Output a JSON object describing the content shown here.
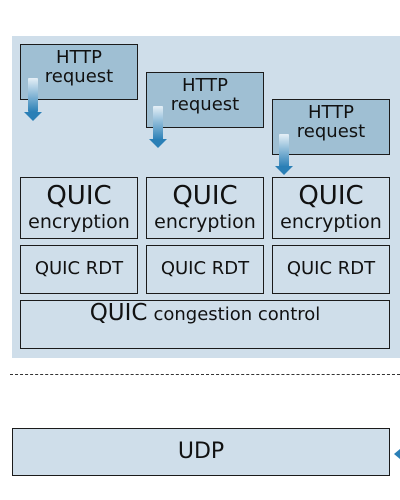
{
  "http_requests": [
    {
      "line1": "HTTP",
      "line2": "request"
    },
    {
      "line1": "HTTP",
      "line2": "request"
    },
    {
      "line1": "HTTP",
      "line2": "request"
    }
  ],
  "encryption": [
    {
      "title": "QUIC",
      "sub": "encryption"
    },
    {
      "title": "QUIC",
      "sub": "encryption"
    },
    {
      "title": "QUIC",
      "sub": "encryption"
    }
  ],
  "rdt": [
    "QUIC RDT",
    "QUIC RDT",
    "QUIC RDT"
  ],
  "congestion": {
    "title": "QUIC",
    "sub": "congestion control"
  },
  "udp": {
    "label": "UDP"
  },
  "colors": {
    "panel": "#cfdeea",
    "request_box": "#9fbfd3",
    "arrow": "#2a7fb6",
    "border": "#1b1b1b"
  }
}
